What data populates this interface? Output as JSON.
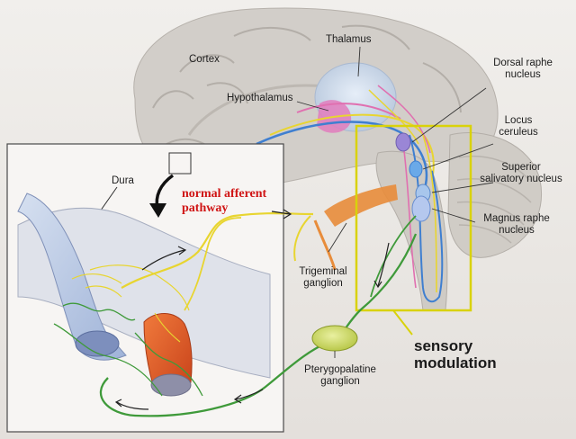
{
  "labels": {
    "thalamus": "Thalamus",
    "cortex": "Cortex",
    "hypothalamus": "Hypothalamus",
    "dorsal_raphe_1": "Dorsal raphe",
    "dorsal_raphe_2": "nucleus",
    "locus_1": "Locus",
    "locus_2": "ceruleus",
    "superior_1": "Superior",
    "superior_2": "salivatory nucleus",
    "magnus_1": "Magnus raphe",
    "magnus_2": "nucleus",
    "dura": "Dura",
    "trigeminal_1": "Trigeminal",
    "trigeminal_2": "ganglion",
    "pterygo_1": "Pterygopalatine",
    "pterygo_2": "ganglion"
  },
  "annotations": {
    "afferent_1": "normal afferent",
    "afferent_2": "pathway",
    "sensory_1": "sensory",
    "sensory_2": "modulation"
  },
  "colors": {
    "yellow_nerve": "#e8d530",
    "green_nerve": "#3f9a3a",
    "blue_pathway": "#3f7fd0",
    "pink_pathway": "#e070b0",
    "orange_ganglion": "#e88c3a",
    "red_annotation": "#d01515",
    "highlight_box": "#d9d20a",
    "brain_gray": "#c9c5c0"
  }
}
